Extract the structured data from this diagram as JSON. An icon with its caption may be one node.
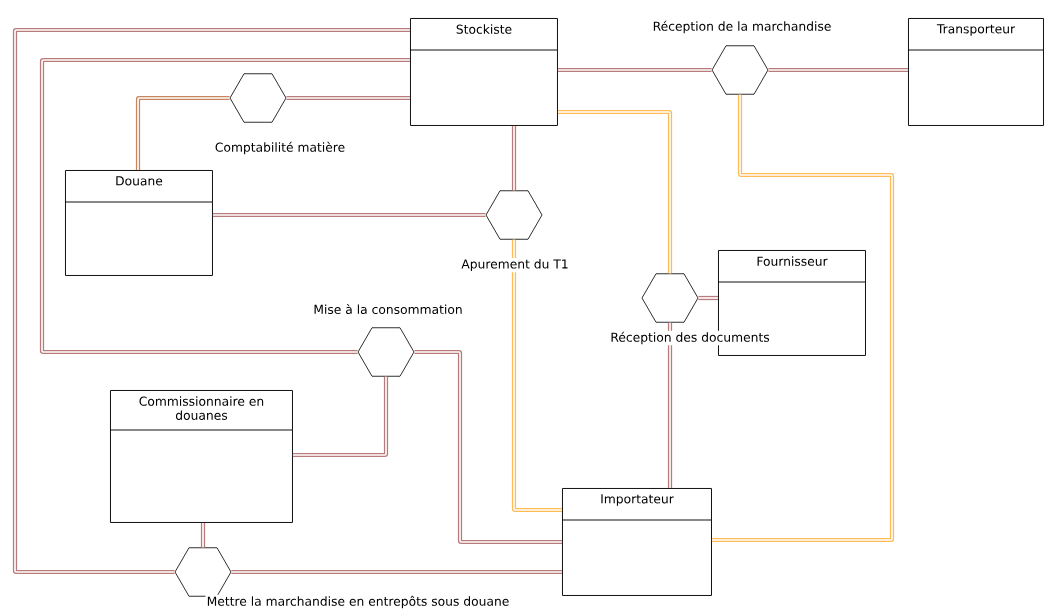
{
  "diagram": {
    "nodes": [
      {
        "text": [
          "Stockiste"
        ]
      },
      {
        "text": [
          "Transporteur"
        ]
      },
      {
        "text": [
          "Douane"
        ]
      },
      {
        "text": [
          "Fournisseur"
        ]
      },
      {
        "text": [
          "Commissionnaire en douanes"
        ]
      },
      {
        "text": [
          "Importateur"
        ]
      },
      {
        "text": [
          "Réception de la marchandise"
        ]
      },
      {
        "text": [
          "Comptabilité matière"
        ]
      },
      {
        "text": [
          "Apurement du T1"
        ]
      },
      {
        "text": [
          "Réception des documents"
        ]
      },
      {
        "text": [
          "Mise à la consommation"
        ]
      },
      {
        "text": [
          "Mettre la marchandise en entrepôts sous douane"
        ]
      }
    ],
    "edges": [
      {
        "from": 0,
        "to": 6,
        "arrow": "none"
      },
      {
        "from": 6,
        "to": 1,
        "arrow": "none"
      },
      {
        "from": 6,
        "to": 5,
        "arrow": "none",
        "color": "#ffbb55"
      },
      {
        "from": 0,
        "to": 9,
        "arrow": "none",
        "color": "#ffbb55"
      },
      {
        "from": 7,
        "to": 0,
        "arrow": "none"
      },
      {
        "from": 2,
        "to": 7,
        "arrow": "none",
        "color": "#c8845a"
      },
      {
        "from": 0,
        "to": 8,
        "arrow": "none"
      },
      {
        "from": 2,
        "to": 8,
        "arrow": "none"
      },
      {
        "from": 8,
        "to": 5,
        "arrow": "none",
        "color": "#ffbb55"
      },
      {
        "from": 9,
        "to": 3,
        "arrow": "none"
      },
      {
        "from": 9,
        "to": 5,
        "arrow": "none"
      },
      {
        "from": 0,
        "to": 10,
        "arrow": "none"
      },
      {
        "from": 10,
        "to": 5,
        "arrow": "none"
      },
      {
        "from": 10,
        "to": 4,
        "arrow": "none"
      },
      {
        "from": 0,
        "to": 11,
        "arrow": "none"
      },
      {
        "from": 4,
        "to": 11,
        "arrow": "none"
      },
      {
        "from": 11,
        "to": 5,
        "arrow": "none"
      }
    ]
  }
}
